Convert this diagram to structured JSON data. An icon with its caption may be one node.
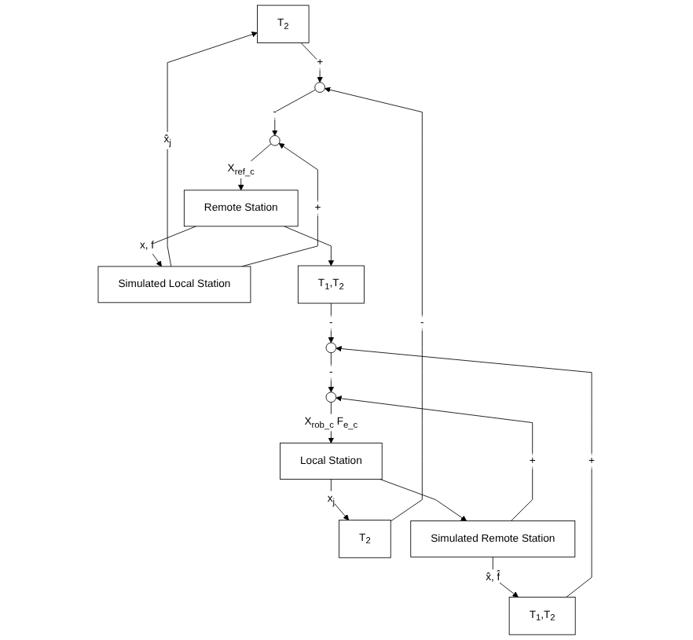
{
  "diagram": {
    "nodes": [
      {
        "text": [
          "T$_{2}$"
        ]
      },
      {
        "text": [
          "Simulated Local Station"
        ]
      },
      {
        "text": [],
        "shape": "circle"
      },
      {
        "text": [],
        "shape": "circle"
      },
      {
        "text": [
          "Remote Station"
        ]
      },
      {
        "text": [
          "T$_{1}$,T$_{2}$"
        ]
      },
      {
        "text": [
          "T$_{2}$"
        ]
      },
      {
        "text": [
          "Local Station"
        ]
      },
      {
        "text": [],
        "shape": "circle"
      },
      {
        "text": [],
        "shape": "circle"
      },
      {
        "text": [
          "Simulated Remote Station"
        ]
      },
      {
        "text": [
          "T$_{1}$,T$_{2}$"
        ]
      }
    ],
    "edges": [
      {
        "from": 1,
        "to": 0,
        "arrow": "to",
        "label": "x̂$_{j}$"
      },
      {
        "from": 1,
        "to": 3,
        "arrow": "to",
        "label": "+"
      },
      {
        "from": 0,
        "to": 2,
        "arrow": "to",
        "label": "+"
      },
      {
        "from": 2,
        "to": 3,
        "arrow": "to",
        "label": "-"
      },
      {
        "from": 3,
        "to": 4,
        "arrow": "to",
        "label": "X$_{ref_c}$"
      },
      {
        "from": 4,
        "to": 1,
        "arrow": "to",
        "label": "x, f"
      },
      {
        "from": 4,
        "to": 5,
        "arrow": "to"
      },
      {
        "from": 6,
        "to": 2,
        "arrow": "to",
        "label": "-"
      },
      {
        "from": 5,
        "to": 9,
        "arrow": "to",
        "label": "-"
      },
      {
        "from": 9,
        "to": 8,
        "arrow": "to",
        "label": "-"
      },
      {
        "from": 8,
        "to": 7,
        "arrow": "to",
        "label": "X$_{rob_c}$ F$_{e_c}$"
      },
      {
        "from": 7,
        "to": 6,
        "arrow": "to",
        "label": "x$_{j}$"
      },
      {
        "from": 7,
        "to": 10,
        "arrow": "to"
      },
      {
        "from": 10,
        "to": 8,
        "arrow": "to",
        "label": "+"
      },
      {
        "from": 10,
        "to": 11,
        "arrow": "to",
        "label": "x̂,  f̂"
      },
      {
        "from": 11,
        "to": 9,
        "arrow": "to",
        "label": "+"
      }
    ]
  }
}
